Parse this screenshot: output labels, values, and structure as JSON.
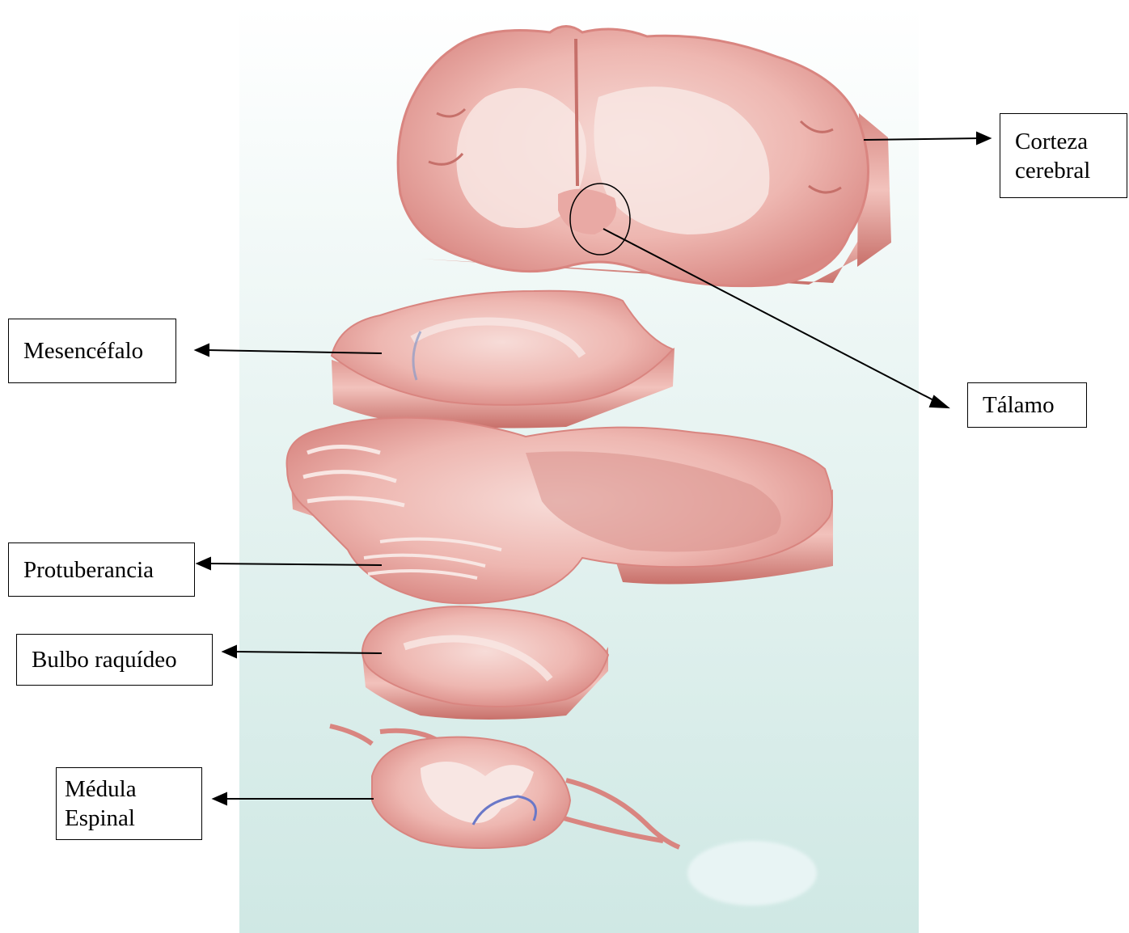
{
  "labels": {
    "corteza": {
      "line1": "Corteza",
      "line2": "cerebral"
    },
    "talamo": "Tálamo",
    "mesencefalo": "Mesencéfalo",
    "protuberancia": "Protuberancia",
    "bulbo": "Bulbo raquídeo",
    "medula": {
      "line1": "Médula",
      "line2": "Espinal"
    }
  },
  "colors": {
    "tissue": "#e9a9a4",
    "tissue_dark": "#c9706d",
    "white_matter": "#f6e3e0",
    "background_top": "#ffffff",
    "background_bottom": "#cfe8e4",
    "arrow": "#000000"
  }
}
